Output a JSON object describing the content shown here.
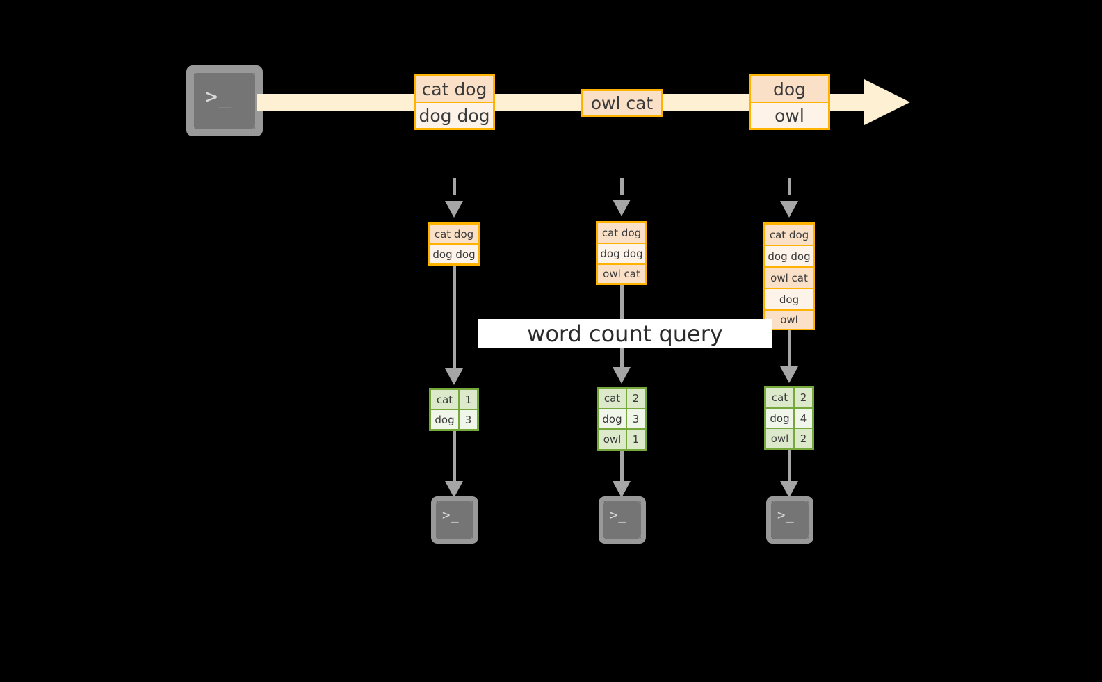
{
  "diagram": {
    "title_banner": "word count query",
    "colors": {
      "background": "#000000",
      "stream_fill": "#fdf0d3",
      "event_border": "#ffb200",
      "event_fill_dark": "#fbe0c8",
      "event_fill_light": "#fdf3e8",
      "table_border": "#77a83b",
      "table_fill_dark": "#dde9cb",
      "table_fill_light": "#f1f6ea",
      "arrow": "#a6a6a6",
      "terminal_fill": "#757575",
      "terminal_border": "#999999",
      "banner_fill": "#ffffff"
    }
  },
  "producer": {
    "icon": "terminal-icon",
    "glyph": ">_"
  },
  "stream": {
    "arrow_label": "event-stream-arrow",
    "events": [
      {
        "id": "event-group-1",
        "cells": [
          "cat dog",
          "dog dog"
        ]
      },
      {
        "id": "event-group-2",
        "cells": [
          "owl cat"
        ]
      },
      {
        "id": "event-group-3",
        "cells": [
          "dog",
          "owl"
        ]
      }
    ]
  },
  "snapshots": [
    {
      "id": "snapshot-1",
      "log": [
        "cat dog",
        "dog dog"
      ],
      "counts": [
        {
          "word": "cat",
          "count": "1"
        },
        {
          "word": "dog",
          "count": "3"
        }
      ],
      "consumer_glyph": ">_"
    },
    {
      "id": "snapshot-2",
      "log": [
        "cat dog",
        "dog dog",
        "owl cat"
      ],
      "counts": [
        {
          "word": "cat",
          "count": "2"
        },
        {
          "word": "dog",
          "count": "3"
        },
        {
          "word": "owl",
          "count": "1"
        }
      ],
      "consumer_glyph": ">_"
    },
    {
      "id": "snapshot-3",
      "log": [
        "cat dog",
        "dog dog",
        "owl cat",
        "dog",
        "owl"
      ],
      "counts": [
        {
          "word": "cat",
          "count": "2"
        },
        {
          "word": "dog",
          "count": "4"
        },
        {
          "word": "owl",
          "count": "2"
        }
      ],
      "consumer_glyph": ">_"
    }
  ]
}
